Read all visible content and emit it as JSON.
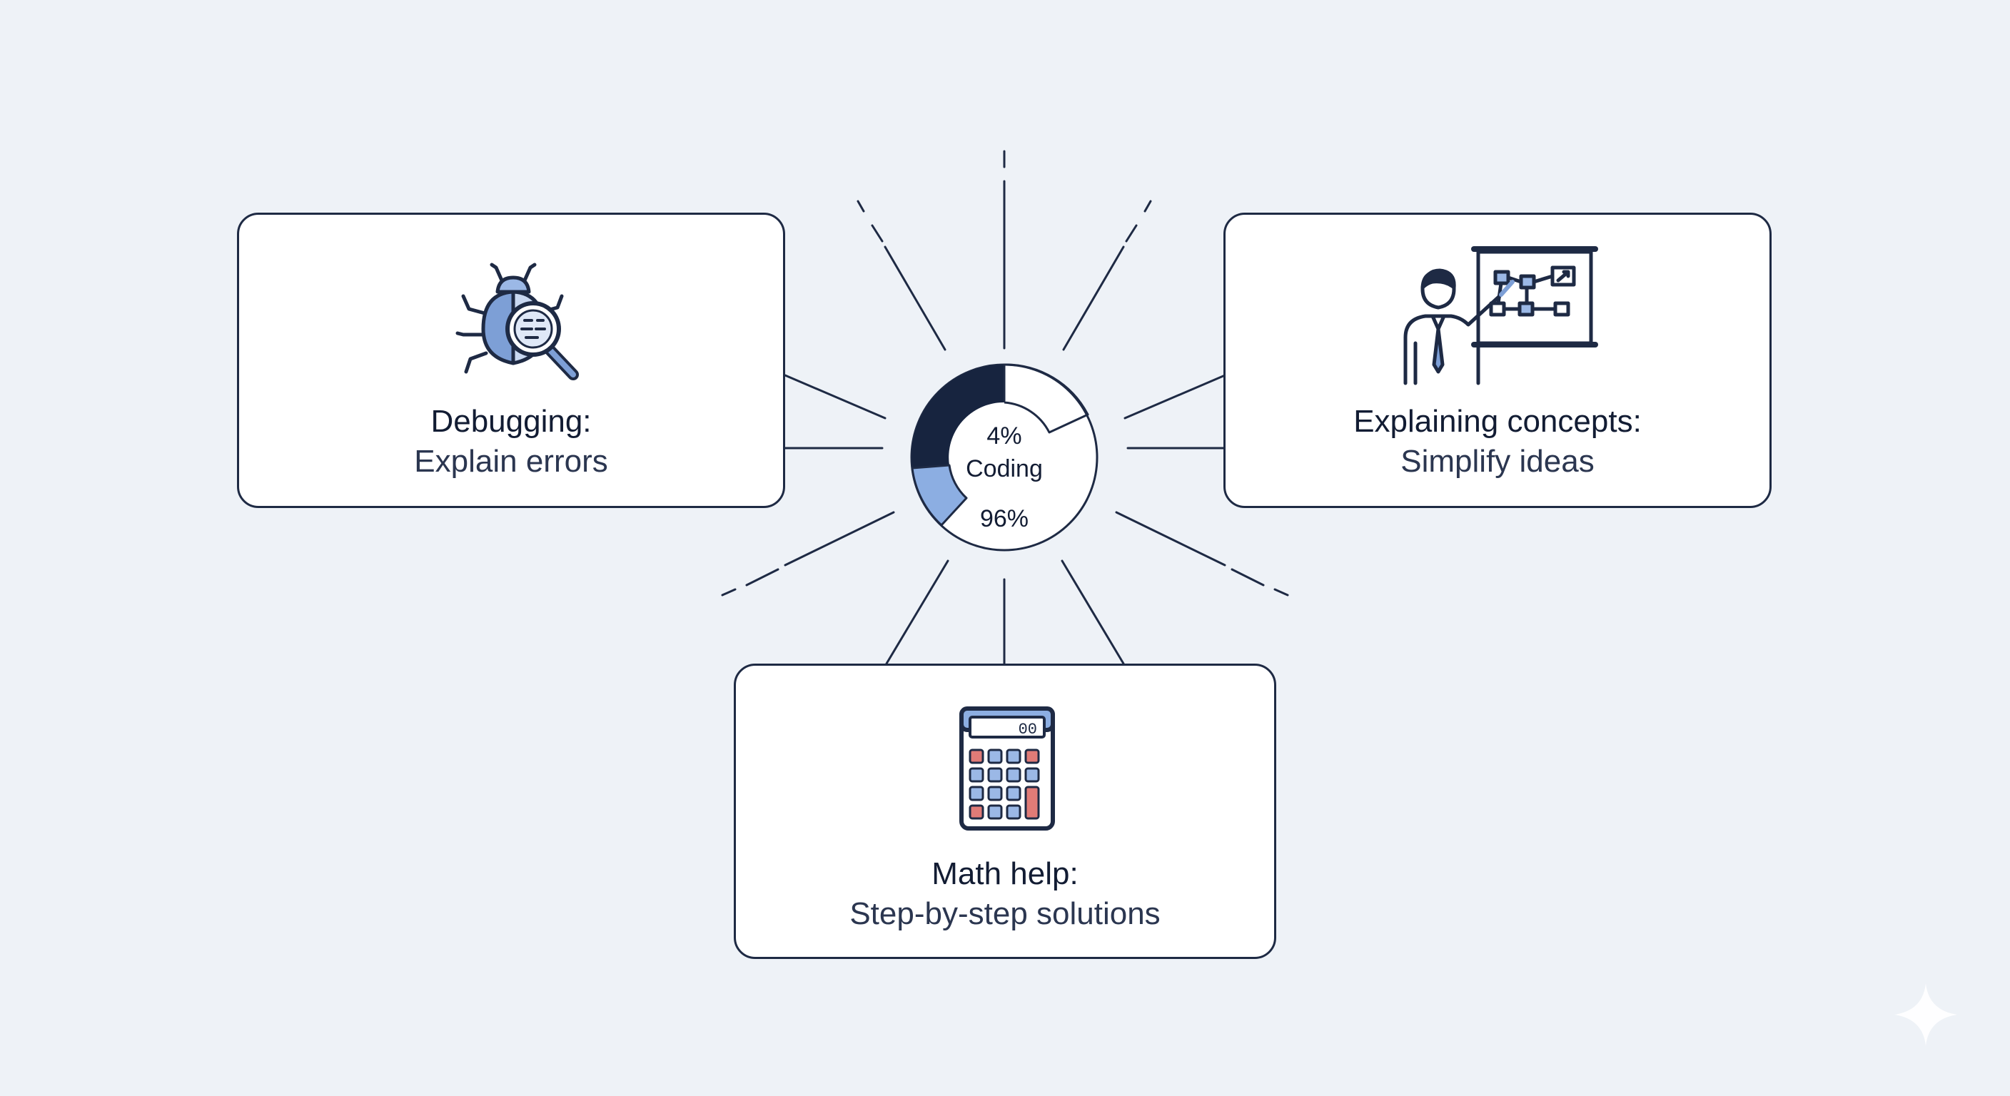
{
  "center": {
    "top_label": "4%",
    "middle_label": "Coding",
    "bottom_label": "96%"
  },
  "cards": {
    "debugging": {
      "title": "Debugging:",
      "subtitle": "Explain errors",
      "icon": "bug-magnifier-icon"
    },
    "explaining": {
      "title": "Explaining concepts:",
      "subtitle": "Simplify ideas",
      "icon": "presenter-whiteboard-icon"
    },
    "math": {
      "title": "Math help:",
      "subtitle": "Step-by-step solutions",
      "icon": "calculator-icon"
    }
  },
  "calculator_display": "00",
  "colors": {
    "navy": "#17243f",
    "light_blue": "#8caee2",
    "background": "#eef2f7",
    "card_border": "#1e2a44",
    "key_blue": "#9bb8e6",
    "key_red": "#e07b77"
  }
}
